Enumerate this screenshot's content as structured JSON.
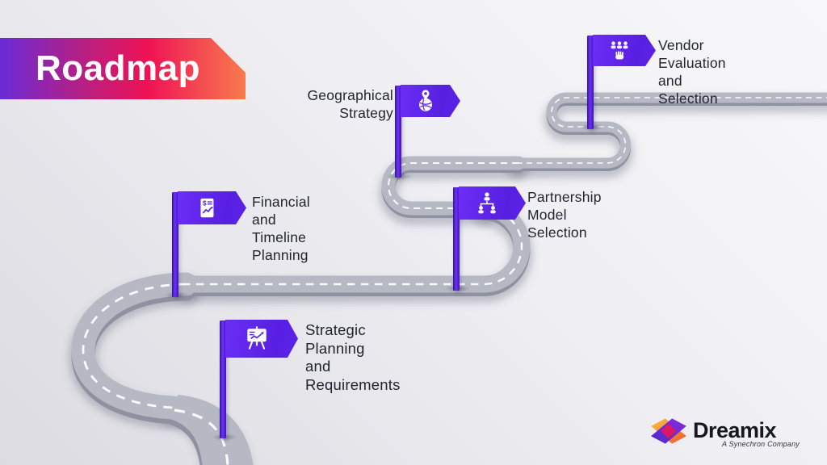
{
  "slide": {
    "title": "Roadmap"
  },
  "milestones": [
    {
      "id": "strategic-planning",
      "label": "Strategic Planning\nand Requirements",
      "icon": "presentation-chart-icon"
    },
    {
      "id": "financial-timeline",
      "label": "Financial and\nTimeline Planning",
      "icon": "financial-document-icon"
    },
    {
      "id": "partnership-model",
      "label": "Partnership\nModel Selection",
      "icon": "hierarchy-icon"
    },
    {
      "id": "geographical-strategy",
      "label": "Geographical\nStrategy",
      "icon": "map-pin-globe-icon"
    },
    {
      "id": "vendor-evaluation",
      "label": "Vendor Evaluation\nand Selection",
      "icon": "team-selection-icon"
    }
  ],
  "logo": {
    "brand": "Dreamix",
    "tagline": "A Synechron Company"
  },
  "colors": {
    "accent_purple": "#5B24E8",
    "pole_purple": "#4316BB",
    "banner_gradient_start": "#6A2BD8",
    "banner_gradient_mid": "#EE1255",
    "banner_gradient_end": "#F97B4E",
    "road_surface": "#B6B9C4",
    "road_side": "#8E92A0",
    "road_dash": "#FFFFFF",
    "label_text": "#22252F",
    "background_top": "#F8F8FA",
    "background_bottom": "#DBDBE1"
  }
}
